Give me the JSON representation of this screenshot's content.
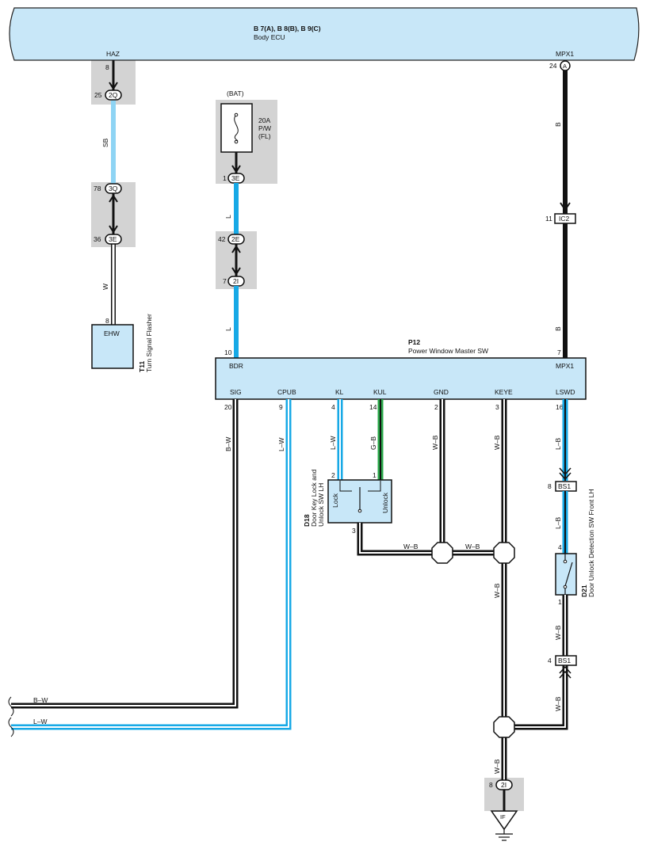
{
  "colors": {
    "box_fill": "#c8e7f8",
    "shade": "#d3d3d3",
    "wire_blue": "#17a9e6",
    "wire_lightblue": "#8ed4f4",
    "wire_green": "#2aa84a",
    "wire_black": "#111111",
    "wire_white": "#ffffff"
  },
  "body_ecu": {
    "codes": "B 7(A), B 8(B), B 9(C)",
    "name": "Body ECU",
    "haz_label": "HAZ",
    "mpx1_label": "MPX1"
  },
  "haz_circuit": {
    "pin_top": "8",
    "conn1_pin": "25",
    "conn1": "2Q",
    "wire1": "SB",
    "conn2_pin": "78",
    "conn2": "3Q",
    "conn3_pin": "36",
    "conn3": "3E",
    "wire2": "W",
    "flasher_pin": "8",
    "flasher_box": "EHW",
    "flasher_code": "T11",
    "flasher_name": "Turn Signal Flasher"
  },
  "bat_circuit": {
    "bat_label": "(BAT)",
    "fuse_amp": "20A",
    "fuse_name": "P/W",
    "fuse_sub": "(FL)",
    "conn1_pin": "1",
    "conn1": "3E",
    "wire1": "L",
    "conn2_pin": "42",
    "conn2": "2E",
    "conn3_pin": "7",
    "conn3": "2I",
    "wire2": "L",
    "sw_pin": "10"
  },
  "mpx_circuit": {
    "pin": "24",
    "conn": "A",
    "wire1": "B",
    "ic_pin": "11",
    "ic": "IC2",
    "wire2": "B",
    "sw_pin": "7"
  },
  "master_sw": {
    "code": "P12",
    "name": "Power Window Master SW",
    "top_left": "BDR",
    "top_right": "MPX1",
    "terminals": [
      "SIG",
      "CPUB",
      "KL",
      "KUL",
      "GND",
      "KEYE",
      "LSWD"
    ],
    "pins": [
      "20",
      "9",
      "4",
      "14",
      "2",
      "3",
      "16"
    ],
    "wires": [
      "B–W",
      "L–W",
      "L–W",
      "G–B",
      "W–B",
      "W–B",
      "L–B"
    ]
  },
  "door_key_sw": {
    "code": "D18",
    "name_line1": "Door Key Lock and",
    "name_line2": "Unlock SW LH",
    "lock": "Lock",
    "unlock": "Unlock",
    "pin_lock": "2",
    "pin_unlock": "1",
    "pin_common": "3",
    "wire_out": "W–B",
    "wire_mid": "W–B"
  },
  "unlock_detect_sw": {
    "conn_pin1": "8",
    "conn1": "BS1",
    "wire1": "L–B",
    "sw_pin_top": "4",
    "sw_pin_bottom": "1",
    "code": "D21",
    "name": "Door Unlock Detection SW Front LH",
    "wire2": "W–B",
    "conn_pin2": "4",
    "conn2": "BS1",
    "wire3": "W–B"
  },
  "ground": {
    "wire_main": "W–B",
    "wire_drop": "W–B",
    "conn_pin": "8",
    "conn": "2I",
    "point": "IF"
  },
  "offpage": {
    "wire1": "B–W",
    "wire2": "L–W"
  }
}
